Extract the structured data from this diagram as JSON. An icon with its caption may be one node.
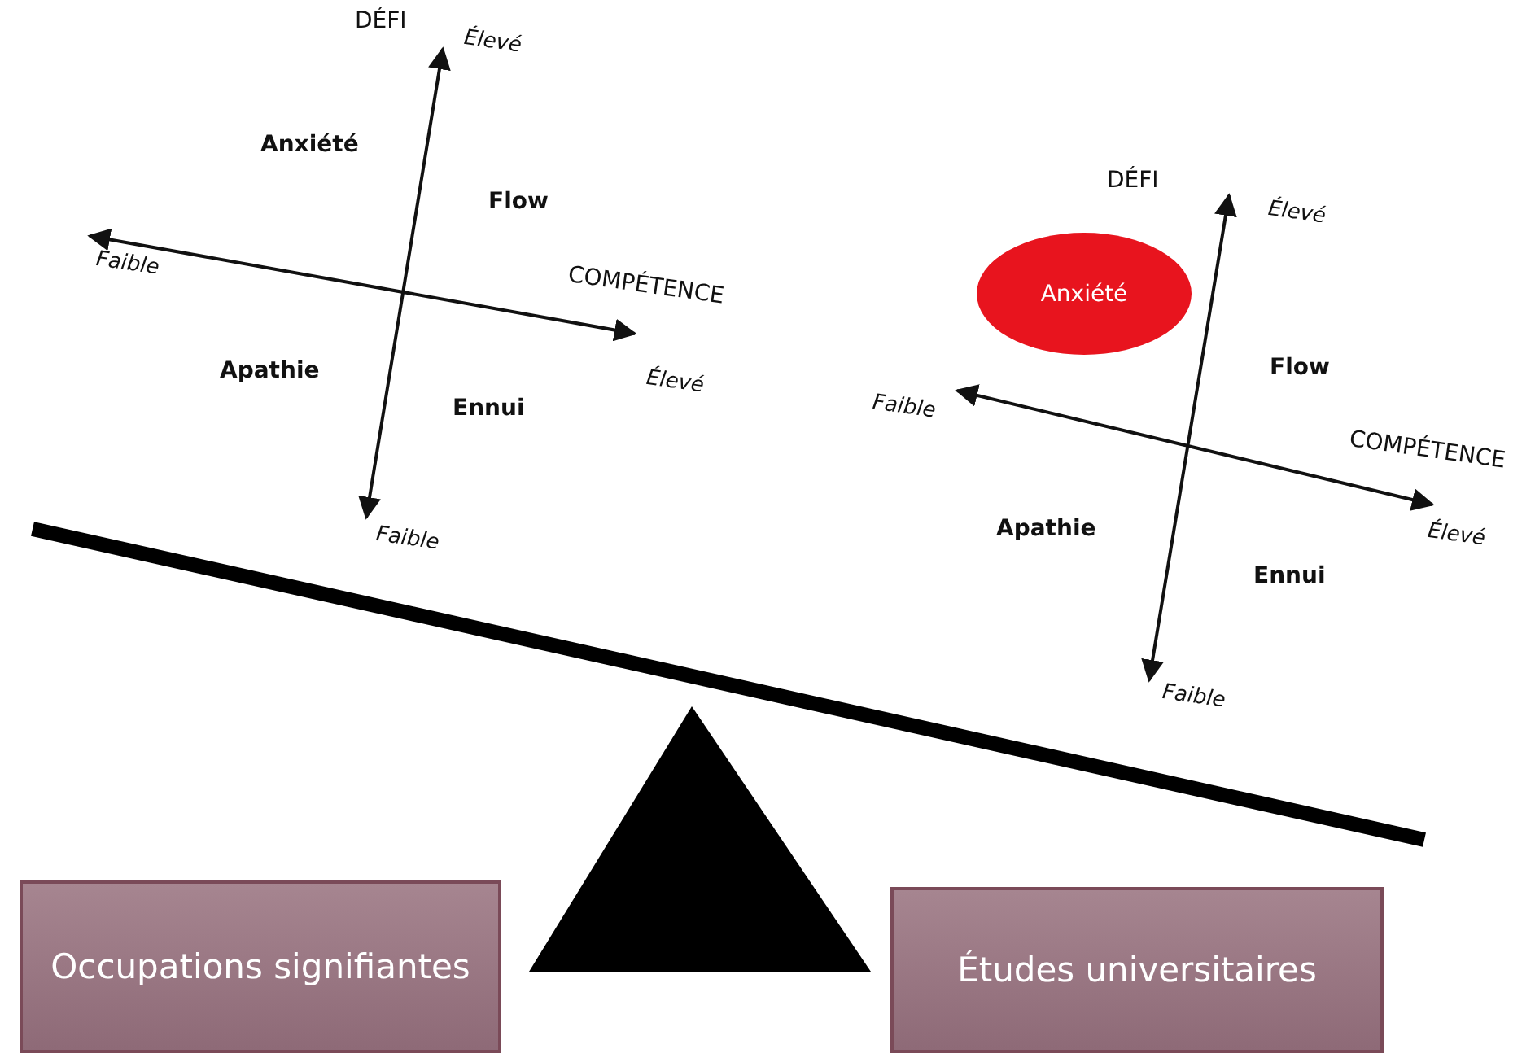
{
  "diagram": {
    "nodes": [
      {
        "text": [
          "Anxiété"
        ]
      },
      {
        "text": [
          "Occupations signifiantes"
        ]
      },
      {
        "text": [
          "Études universitaires"
        ]
      }
    ],
    "labels": [
      "DÉFI",
      "Élevé",
      "Anxiété",
      "Flow",
      "Faible",
      "COMPÉTENCE",
      "Apathie",
      "Élevé",
      "Ennui",
      "Faible",
      "DÉFI",
      "Élevé",
      "Flow",
      "Faible",
      "COMPÉTENCE",
      "Apathie",
      "Élevé",
      "Ennui",
      "Faible"
    ]
  }
}
